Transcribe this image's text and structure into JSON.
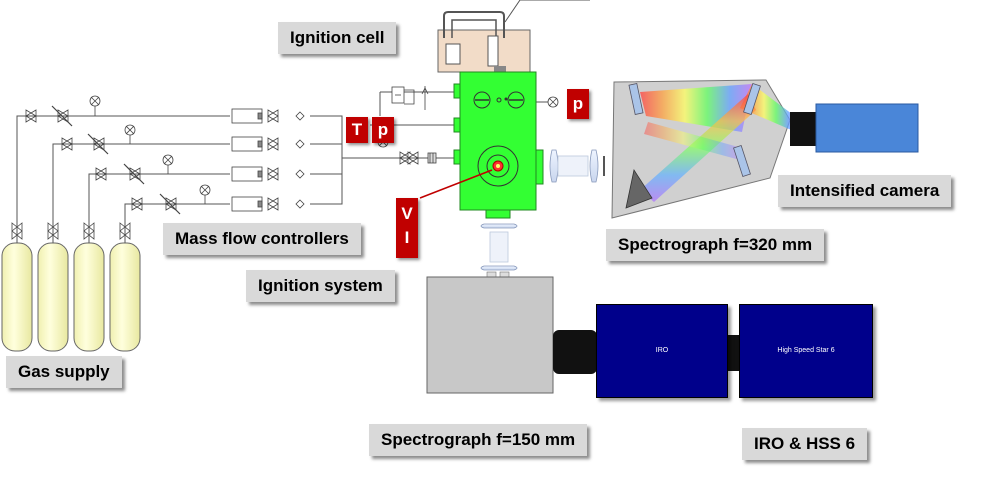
{
  "labels": {
    "ignition_cell": "Ignition cell",
    "mass_flow_controllers": "Mass flow controllers",
    "ignition_system": "Ignition system",
    "gas_supply": "Gas supply",
    "spectrograph_320": "Spectrograph f=320 mm",
    "intensified_camera": "Intensified camera",
    "spectrograph_150": "Spectrograph f=150 mm",
    "iro_hss6": "IRO & HSS 6"
  },
  "tags": {
    "temperature": "T",
    "pressure_inlet": "p",
    "pressure_cell": "p",
    "voltage": "V",
    "current": "I"
  },
  "devices": {
    "iro": "IRO",
    "hss6": "High Speed Star 6"
  },
  "colors": {
    "cell_green": "#33ff33",
    "gas_cylinder": "#ffffcc",
    "tag_red": "#c00000",
    "camera_blue": "#4a86d8",
    "hss_navy": "#00008b",
    "spectrograph_grey": "#c8c8c8"
  }
}
